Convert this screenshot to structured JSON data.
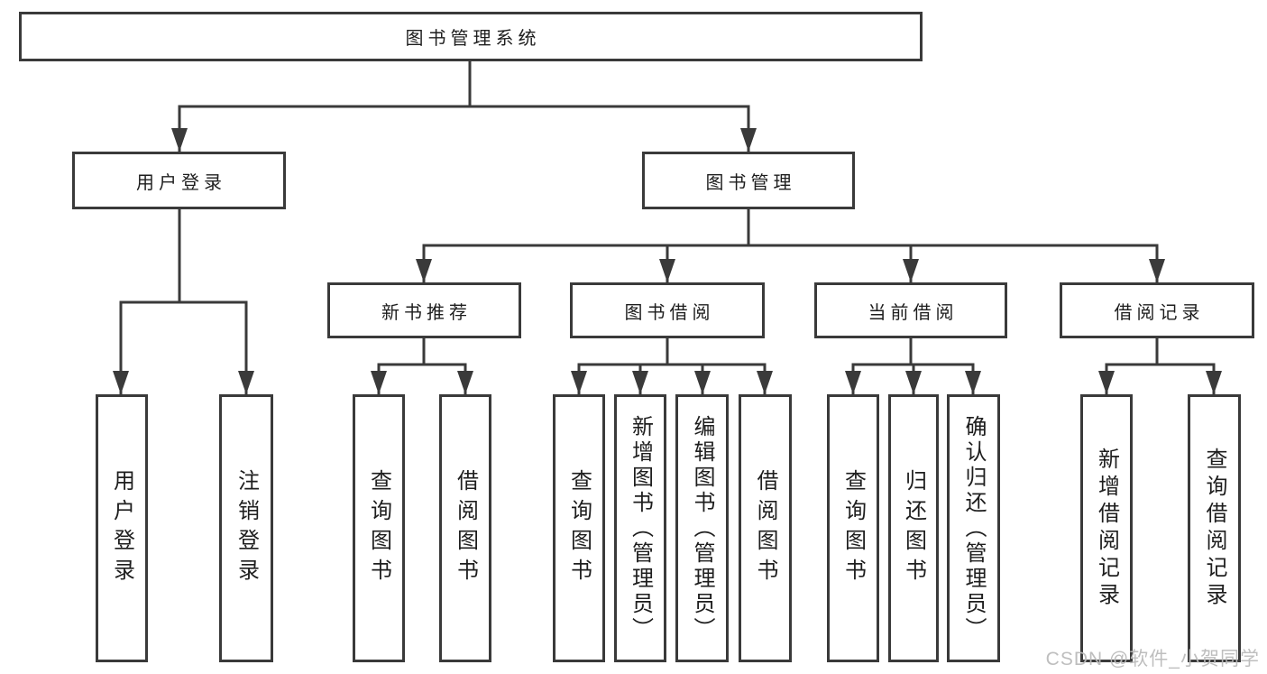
{
  "diagram": {
    "tree": {
      "label": "图书管理系统",
      "children": [
        {
          "label": "用户登录",
          "children": [
            {
              "label": "用户登录"
            },
            {
              "label": "注销登录"
            }
          ]
        },
        {
          "label": "图书管理",
          "children": [
            {
              "label": "新书推荐",
              "children": [
                {
                  "label": "查询图书"
                },
                {
                  "label": "借阅图书"
                }
              ]
            },
            {
              "label": "图书借阅",
              "children": [
                {
                  "label": "查询图书"
                },
                {
                  "label": "新增图书（管理员）"
                },
                {
                  "label": "编辑图书（管理员）"
                },
                {
                  "label": "借阅图书"
                }
              ]
            },
            {
              "label": "当前借阅",
              "children": [
                {
                  "label": "查询图书"
                },
                {
                  "label": "归还图书"
                },
                {
                  "label": "确认归还（管理员）"
                }
              ]
            },
            {
              "label": "借阅记录",
              "children": [
                {
                  "label": "新增借阅记录"
                },
                {
                  "label": "查询借阅记录"
                }
              ]
            }
          ]
        }
      ]
    },
    "colors": {
      "line": "#3a3a3a",
      "text": "#1e1e1e",
      "background": "#ffffff",
      "watermark": "#bbbbbb"
    }
  },
  "watermark": {
    "text": "CSDN @软件_小贺同学"
  }
}
